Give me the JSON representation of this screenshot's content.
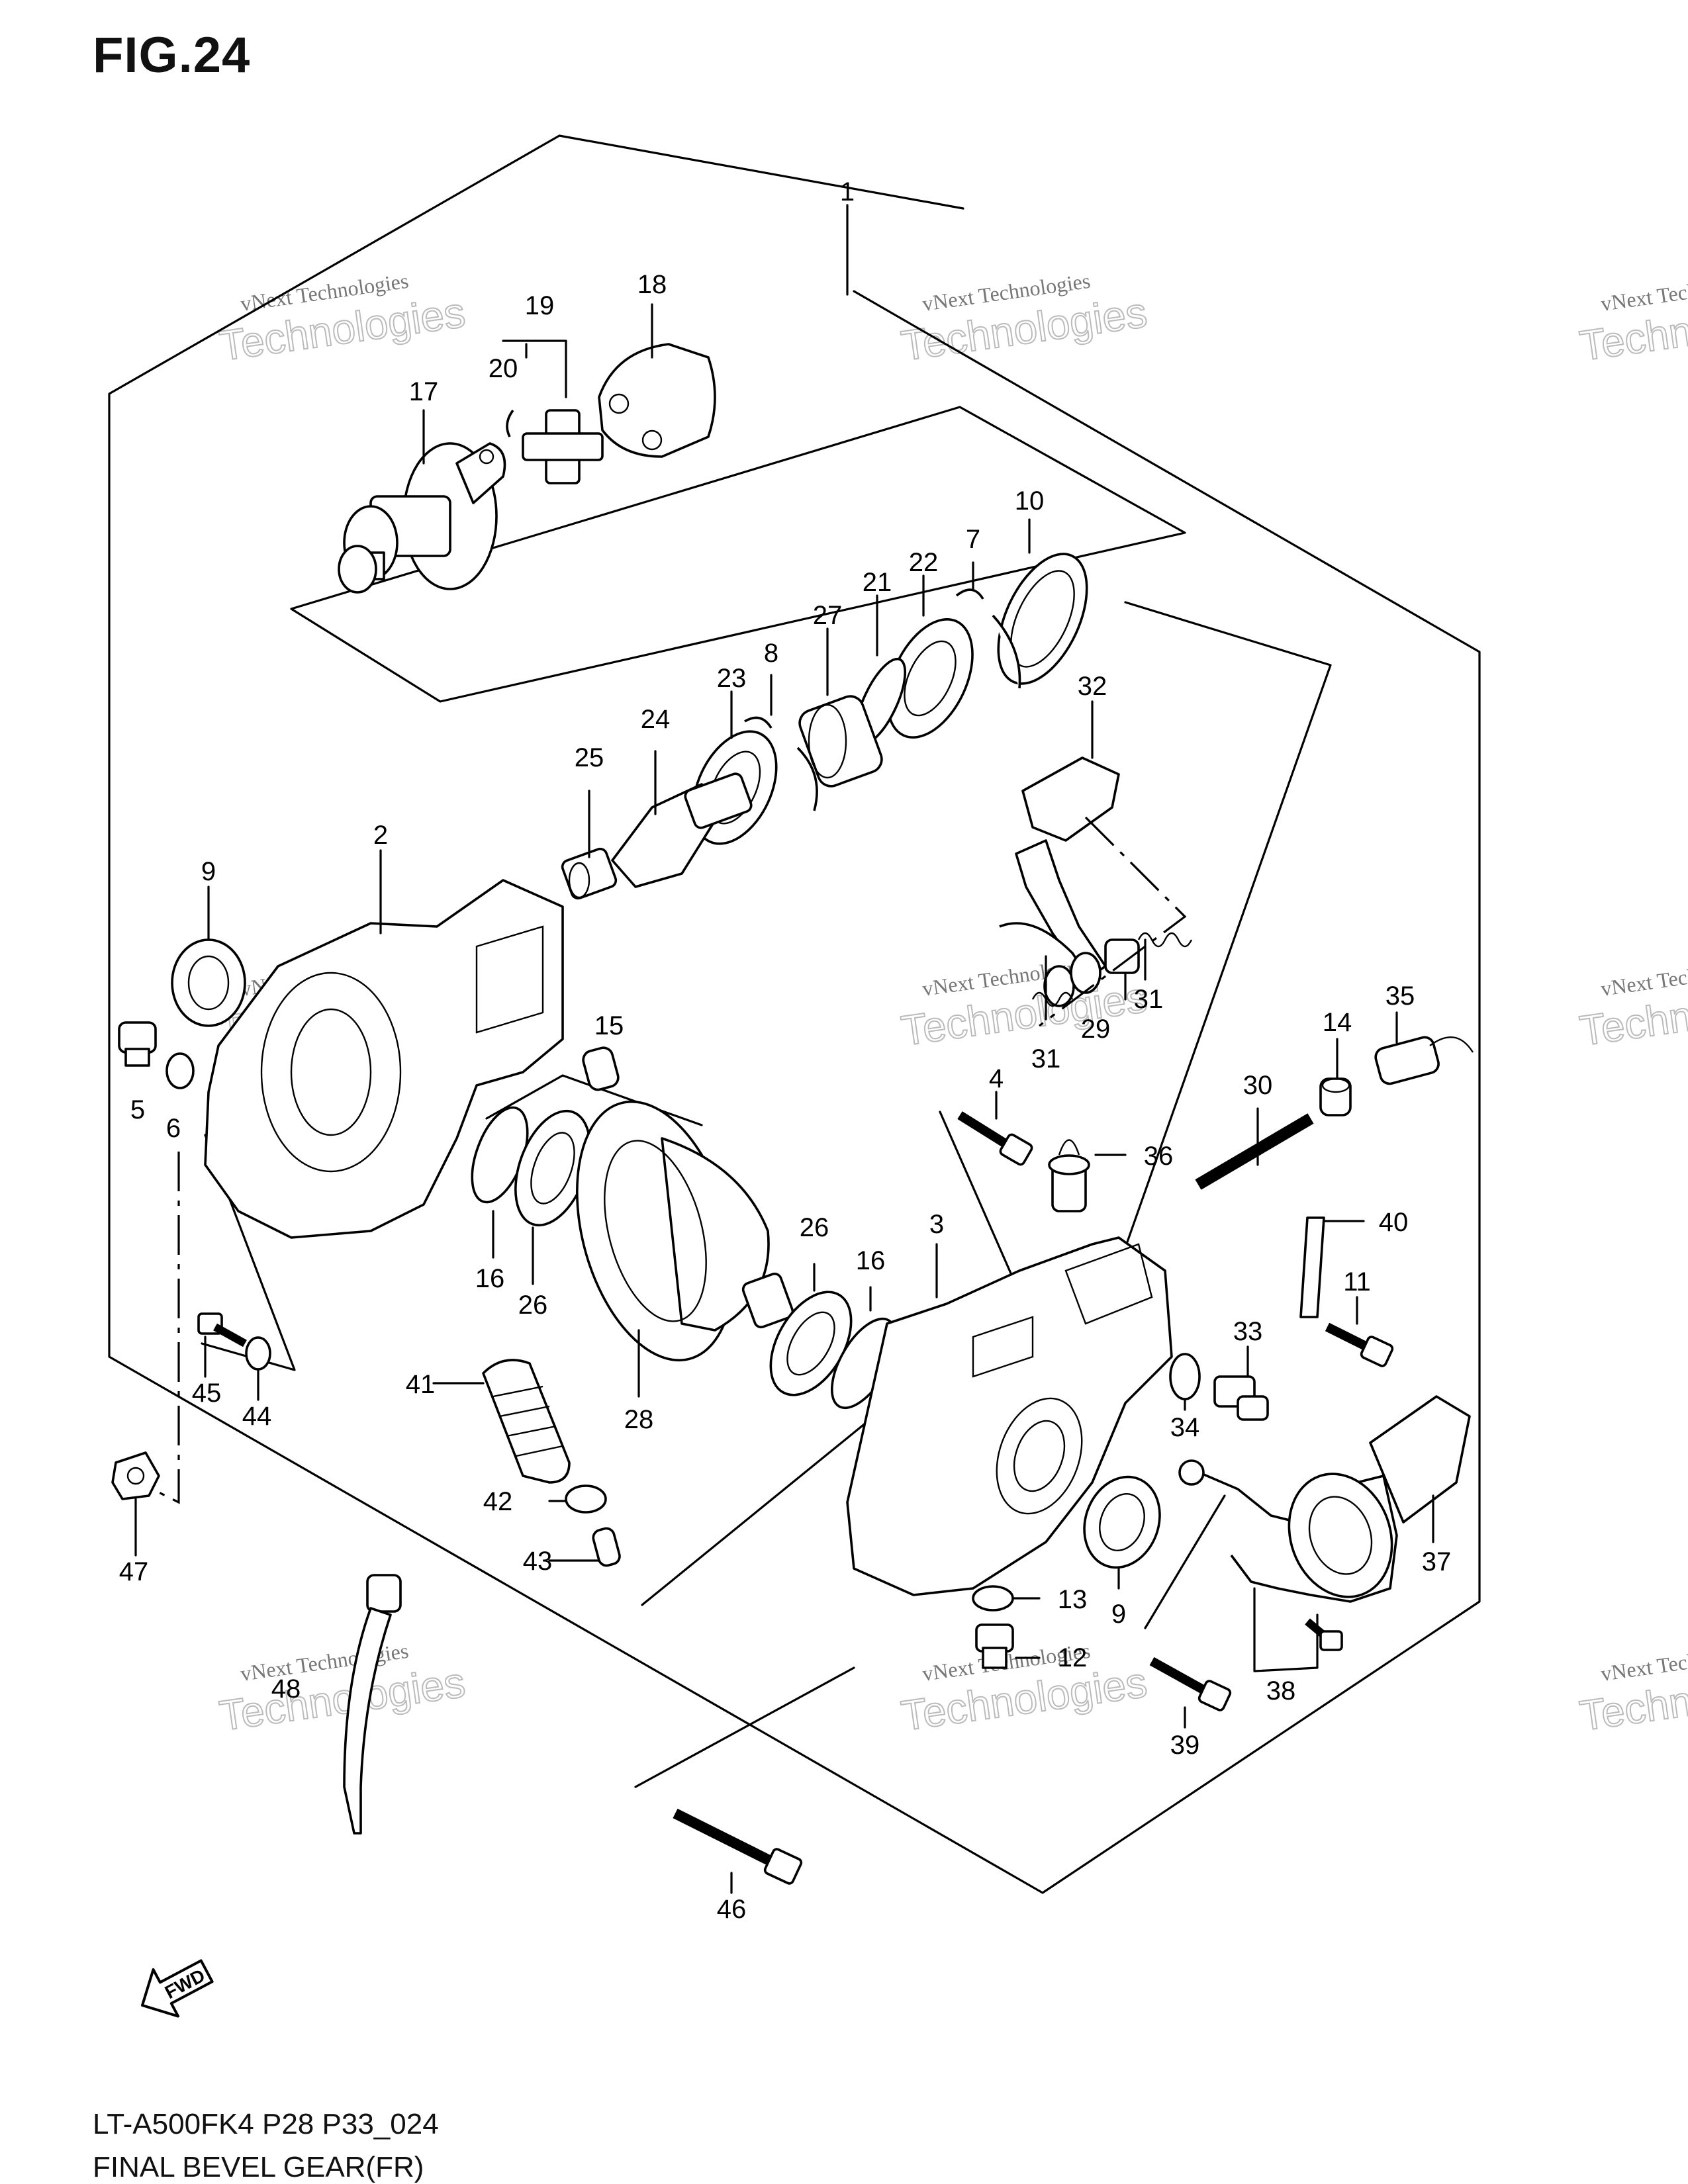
{
  "figure": {
    "title": "FIG.24",
    "model_code": "LT-A500FK4 P28 P33_024",
    "assembly_name": "FINAL BEVEL GEAR(FR)"
  },
  "fwd_arrow_label": "FWD",
  "watermark": {
    "line1": "vNext Technologies",
    "line2": "Technologies",
    "line3": "vNext"
  },
  "part_labels": [
    "1",
    "2",
    "3",
    "4",
    "5",
    "6",
    "7",
    "8",
    "9",
    "9",
    "10",
    "11",
    "12",
    "13",
    "14",
    "15",
    "16",
    "16",
    "17",
    "18",
    "19",
    "20",
    "21",
    "22",
    "23",
    "24",
    "25",
    "26",
    "26",
    "27",
    "28",
    "29",
    "30",
    "31",
    "31",
    "32",
    "33",
    "34",
    "35",
    "36",
    "37",
    "38",
    "39",
    "40",
    "41",
    "42",
    "43",
    "44",
    "45",
    "46",
    "47",
    "48"
  ]
}
